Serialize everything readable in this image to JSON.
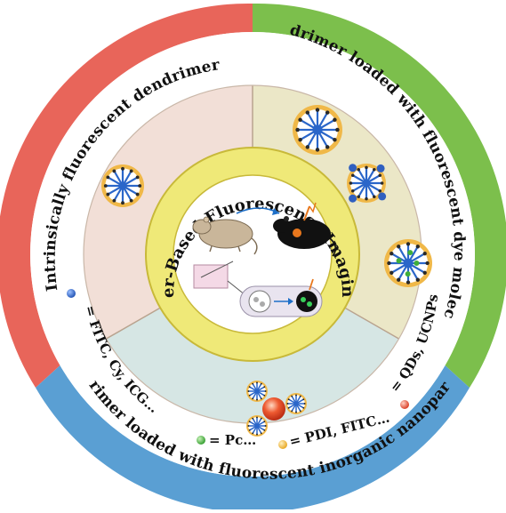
{
  "diagram": {
    "center_title": "Dendrimer-Based Fluorescence Imaging Agents",
    "outer_bands": {
      "intrinsic": {
        "label": "Intrinsically fluorescent dendrimer",
        "color": "#e8655a"
      },
      "dye": {
        "label": "Dendrimer loaded with fluorescent dye molecules",
        "color": "#7cbf4c"
      },
      "inorganic": {
        "label": "Dendrimer loaded with fluorescent inorganic nanoparticles",
        "color": "#5a9fd3"
      }
    },
    "sectors": {
      "intrinsic_color": "#f2dfd7",
      "dye_color": "#ebe7c7",
      "inorganic_color": "#d6e6e4"
    },
    "legend": {
      "blue_dot": {
        "text": "= FITC, Cy, ICG…",
        "color": "#2f5fc0"
      },
      "red_dot": {
        "text": "= QDs, UCNPs",
        "color": "#e04a3a"
      },
      "green_dot": {
        "text": "= Pc…",
        "color": "#3fae3a"
      },
      "yellow_dot": {
        "text": "= PDI, FITC…",
        "color": "#f2b735"
      }
    },
    "colors": {
      "inner_ring": "#efe978",
      "inner_ring_edge": "#c8b939",
      "dendrimer_shell": "#f0b848",
      "dendrimer_core": "#2a66c9"
    }
  }
}
